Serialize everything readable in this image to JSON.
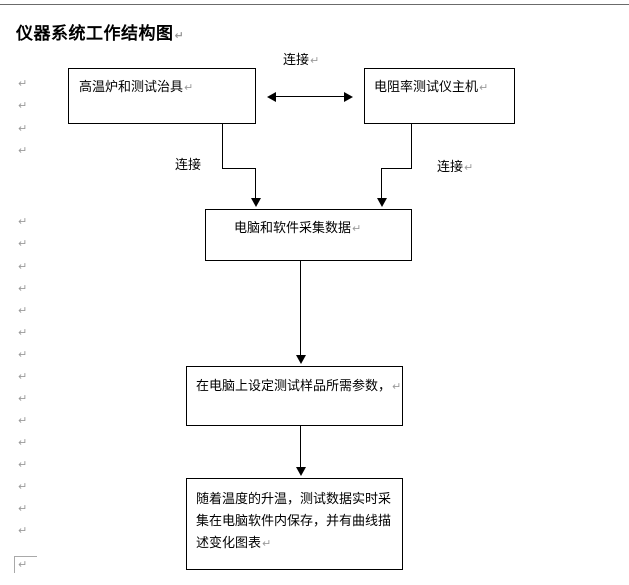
{
  "document": {
    "title": "仪器系统工作结构图",
    "title_pilcrow": "↵"
  },
  "flowchart": {
    "type": "flowchart",
    "orientation": "top-to-bottom",
    "nodes": [
      {
        "id": "furnace",
        "label": "高温炉和测试治具",
        "pilcrow": "↵"
      },
      {
        "id": "resistivity-tester",
        "label": "电阻率测试仪主机",
        "pilcrow": "↵"
      },
      {
        "id": "computer-acquisition",
        "label": "电脑和软件采集数据",
        "pilcrow": "↵"
      },
      {
        "id": "set-parameters",
        "label": "在电脑上设定测试样品所需参数，",
        "pilcrow": "↵"
      },
      {
        "id": "realtime-record",
        "label": "随着温度的升温，测试数据实时采集在电脑软件内保存，并有曲线描述变化图表",
        "pilcrow": "↵"
      }
    ],
    "edge_labels": {
      "top": "连接",
      "top_pilcrow": "↵",
      "left": "连接",
      "right": "连接",
      "right_pilcrow": "↵"
    }
  },
  "margin_marks": {
    "glyph": "↵",
    "positions": [
      78,
      100,
      123,
      145,
      216,
      238,
      261,
      283,
      305,
      327,
      349,
      371,
      393,
      415,
      437,
      459,
      481,
      503,
      525,
      559
    ]
  },
  "colors": {
    "line": "#000000",
    "text": "#000000",
    "mark": "#9a9a9a",
    "divider": "#6b6b6b",
    "background": "#ffffff"
  }
}
